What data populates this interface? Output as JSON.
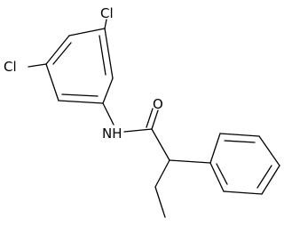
{
  "diagram": {
    "atom_labels": {
      "cl_top": "Cl",
      "cl_left": "Cl",
      "nh": "NH",
      "o": "O"
    },
    "colors": {
      "bond": "#000000",
      "background": "#ffffff"
    }
  }
}
